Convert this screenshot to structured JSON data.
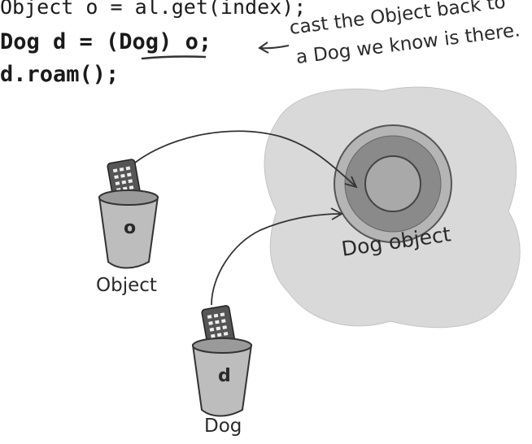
{
  "code": {
    "line1": "Object o = al.get(index);",
    "line2": "Dog d = (Dog) o;",
    "line3": "d.roam();"
  },
  "annotation": {
    "line1": "cast the Object back to",
    "line2": "a Dog we know is there."
  },
  "diagram": {
    "object_label": "Dog object",
    "variables": [
      {
        "letter": "o",
        "type": "Object"
      },
      {
        "letter": "d",
        "type": "Dog"
      }
    ]
  }
}
